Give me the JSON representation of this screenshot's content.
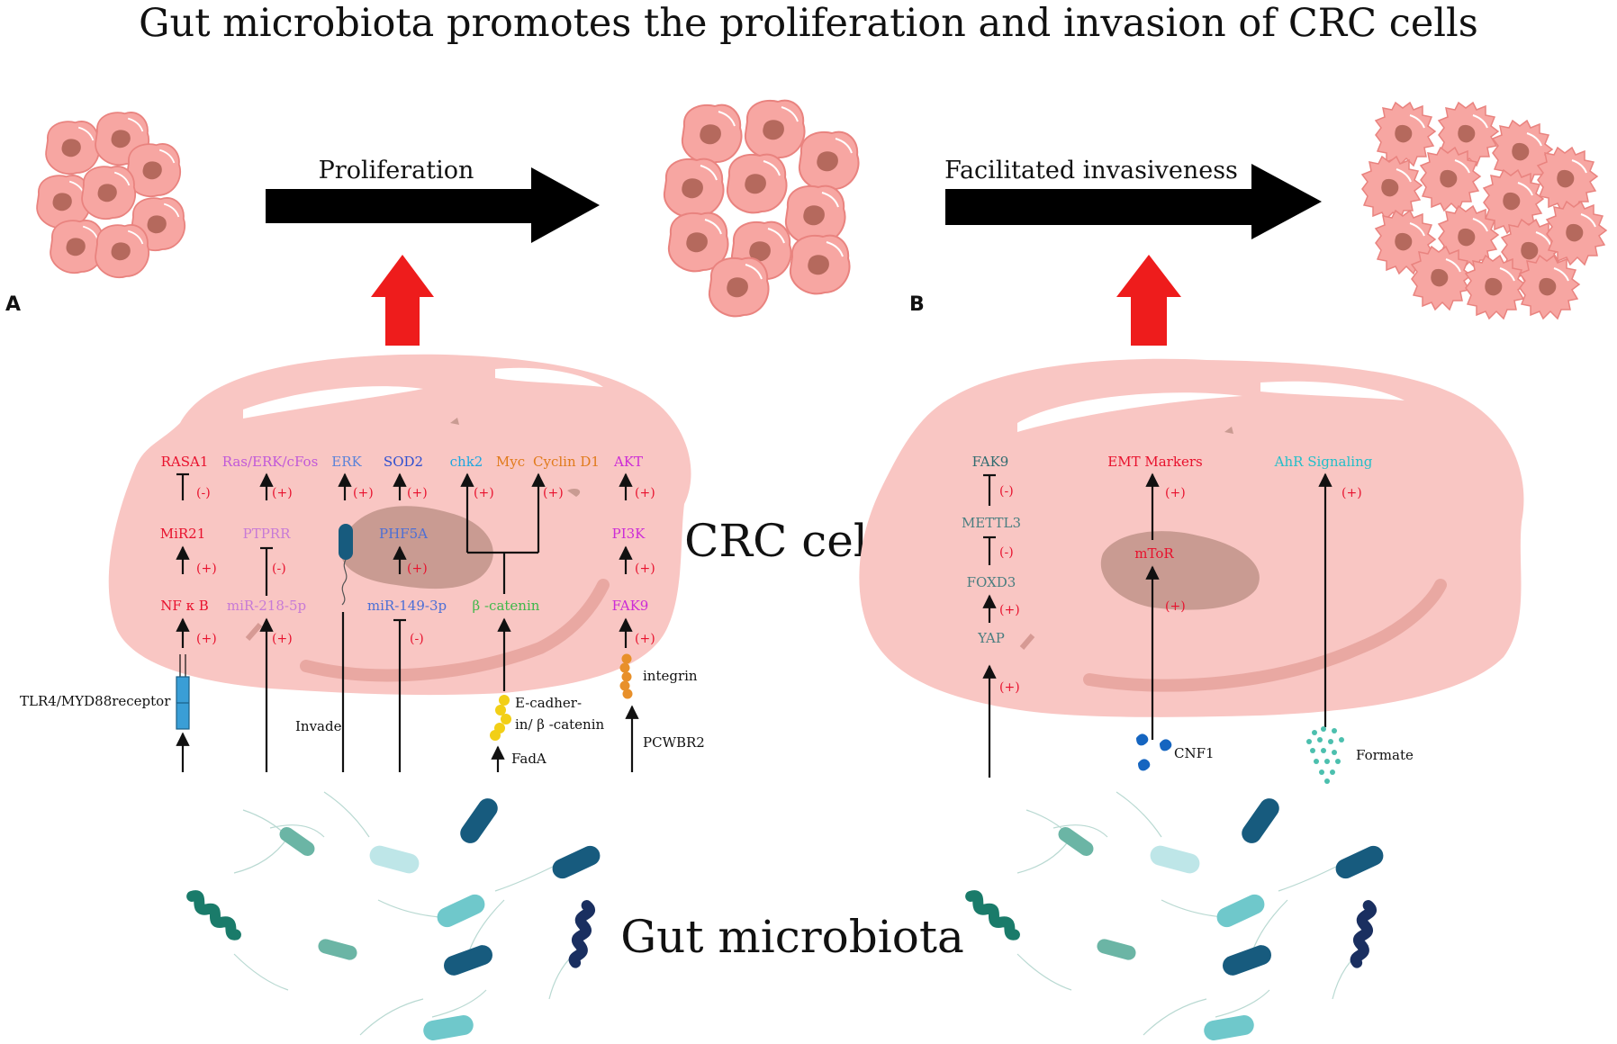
{
  "title": "Gut microbiota promotes the proliferation and invasion of CRC cells",
  "panels": {
    "a": "A",
    "b": "B"
  },
  "process_arrows": {
    "proliferation": "Proliferation",
    "invasiveness": "Facilitated invasiveness"
  },
  "cell_label": "CRC cell",
  "microbiota_label": "Gut microbiota",
  "colors": {
    "red_arrow": "#ee1c1c",
    "cell": "#f9c6c3",
    "nucleus": "#c99b92",
    "positive_sign": "#e8112d"
  },
  "panel_a": {
    "col1": {
      "top": "RASA1",
      "top_sign": "(-)",
      "mid": "MiR21",
      "mid_sign": "(+)",
      "low": "NF κ B",
      "low_sign": "(+)",
      "receptor": "TLR4/MYD88receptor"
    },
    "col2": {
      "top": "Ras/ERK/cFos",
      "top_sign": "(+)",
      "mid": "PTPRR",
      "mid_sign": "(-)",
      "low": "miR-218-5p",
      "low_sign": "(+)"
    },
    "col3": {
      "top": "ERK",
      "top_sign": "(+)",
      "note": "Invade"
    },
    "col4": {
      "top": "SOD2",
      "top_sign": "(+)",
      "mid": "PHF5A",
      "mid_sign": "(+)",
      "low": "miR-149-3p",
      "low_sign": "(-)"
    },
    "col5": {
      "top1": "chk2",
      "top2": "Myc",
      "top3": "Cyclin D1",
      "sign1": "(+)",
      "sign2": "(+)",
      "low": "β -catenin",
      "complex_line1": "E-cadher-",
      "complex_line2": "in/ β -catenin",
      "note": "FadA"
    },
    "col6": {
      "top": "AKT",
      "top_sign": "(+)",
      "mid": "PI3K",
      "mid_sign": "(+)",
      "low": "FAK9",
      "low_sign": "(+)",
      "integrin": "integrin",
      "note": "PCWBR2"
    }
  },
  "panel_b": {
    "col1": {
      "top": "FAK9",
      "top_sign": "(-)",
      "m1": "METTL3",
      "m1_sign": "(-)",
      "m2": "FOXD3",
      "m2_sign": "(+)",
      "low": "YAP",
      "low_sign": "(+)"
    },
    "col2": {
      "top": "EMT Markers",
      "top_sign": "(+)",
      "mid": "mToR",
      "mid_sign": "(+)",
      "note": "CNF1"
    },
    "col3": {
      "top": "AhR Signaling",
      "top_sign": "(+)",
      "note": "Formate"
    }
  }
}
